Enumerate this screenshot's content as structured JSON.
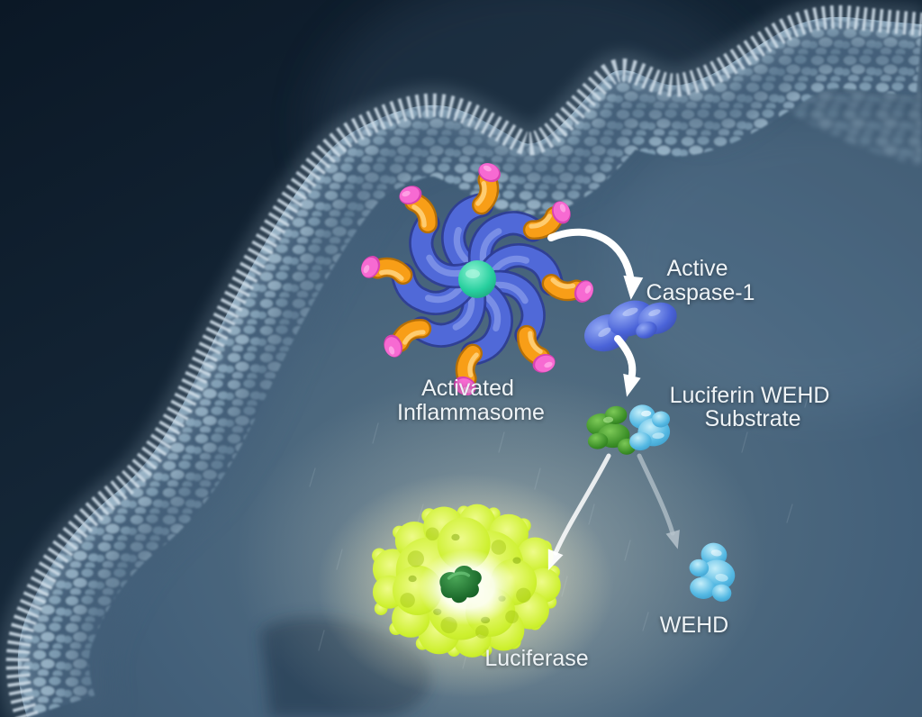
{
  "figure": {
    "description": "Cell cross-section pathway illustration: activated inflammasome releases active caspase-1, which cleaves a luciferin WEHD substrate into luciferin (used by glowing luciferase) and a free WEHD fragment"
  },
  "labels": {
    "activated_inflammasome": {
      "line1": "Activated",
      "line2": "Inflammasome"
    },
    "active_caspase1": {
      "line1": "Active",
      "line2": "Caspase-1"
    },
    "luciferin_substrate": {
      "line1": "Luciferin WEHD",
      "line2": "Substrate"
    },
    "luciferase": "Luciferase",
    "wehd": "WEHD"
  },
  "colors": {
    "background_outside": "#0d1b2a",
    "cytoplasm": "#3c5870",
    "membrane_pebble_light": "#96b1c4",
    "membrane_fringe": "#cfdde8",
    "inflammasome_arm_blue": "#5069d8",
    "inflammasome_arm_orange": "#f89e17",
    "inflammasome_tip_pink": "#f76ad2",
    "inflammasome_center_teal": "#27cf9e",
    "caspase_blue": "#4a63d8",
    "luciferin_green": "#3b8f27",
    "substrate_cyan": "#55b9e3",
    "luciferase_chartreuse": "#cdf02e",
    "luciferase_bound_green": "#1d6c2c",
    "arrow_white": "#ffffff",
    "arrow_grey": "#b6c3cb",
    "label_text": "#eef3f6"
  },
  "illustrations": {
    "cell_membrane": "scalloped cobblestone-textured membrane band with bristle fringe",
    "activated_inflammasome": "8-arm pinwheel, blue arms with orange segments and pink tips around teal core",
    "active_caspase1": "blue protein blob",
    "luciferin_wehd_substrate": "green luciferin bound to cyan WEHD peptide",
    "luciferase": "glowing chartreuse enzyme with dark green luciferin in its core",
    "wehd_fragment": "free cyan peptide fragment"
  }
}
